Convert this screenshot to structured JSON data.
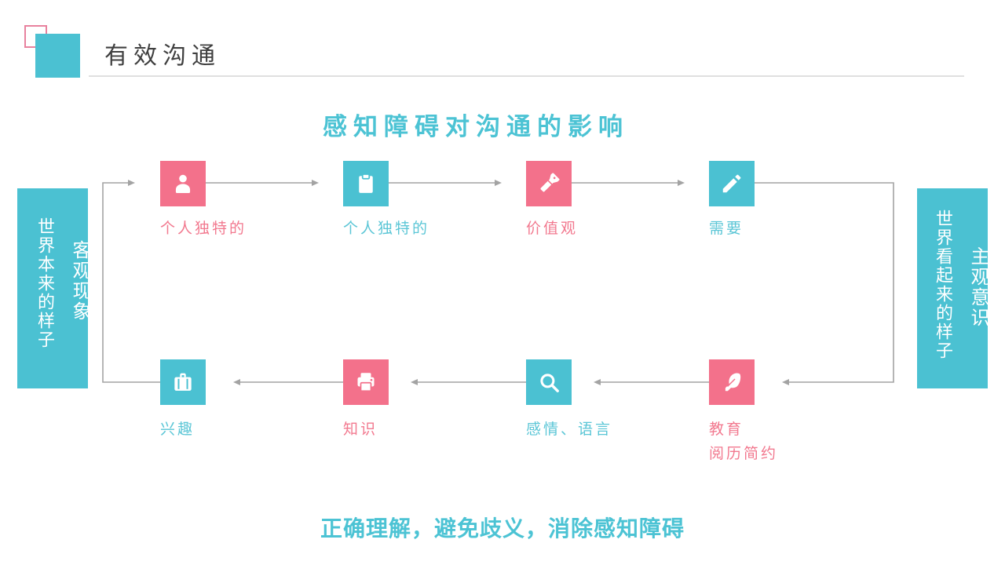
{
  "slide": {
    "header": {
      "title": "有效沟通"
    },
    "heading": "感知障碍对沟通的影响",
    "footer": "正确理解，避免歧义，消除感知障碍",
    "left_banner": {
      "main": "世界本来的样子",
      "sub": "客观现象"
    },
    "right_banner": {
      "main": "世界看起来的样子",
      "sub": "主观意识"
    },
    "nodes": [
      {
        "label": "个人独特的",
        "color": "pink",
        "icon": "user-icon"
      },
      {
        "label": "个人独特的",
        "color": "teal",
        "icon": "clipboard-icon"
      },
      {
        "label": "价值观",
        "color": "pink",
        "icon": "flashlight-icon"
      },
      {
        "label": "需要",
        "color": "teal",
        "icon": "pencil-icon"
      },
      {
        "label": "兴趣",
        "color": "teal",
        "icon": "briefcase-icon"
      },
      {
        "label": "知识",
        "color": "pink",
        "icon": "printer-icon"
      },
      {
        "label": "感情、语言",
        "color": "teal",
        "icon": "search-icon"
      },
      {
        "label": "教育",
        "label2": "阅历简约",
        "color": "pink",
        "icon": "feather-icon"
      }
    ],
    "colors": {
      "teal": "#4BC1D2",
      "pink": "#F3718B",
      "label_teal": "#5BC6D6",
      "label_pink": "#F2798F",
      "heading_teal": "#4CC3D4",
      "arrow_gray": "#A3A3A3",
      "title_text": "#3F3F3F",
      "divider": "#E0E0E0",
      "deco_outline_pink": "#E8829E"
    }
  }
}
